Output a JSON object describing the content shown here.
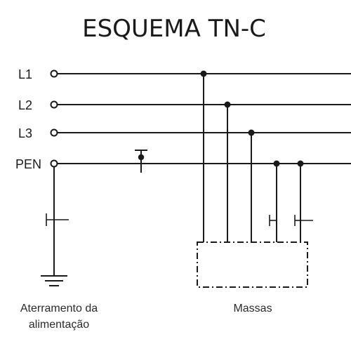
{
  "title": "ESQUEMA TN-C",
  "conductors": [
    {
      "label": "L1"
    },
    {
      "label": "L2"
    },
    {
      "label": "L3"
    },
    {
      "label": "PEN"
    }
  ],
  "captions": {
    "supply_earthing": [
      "Aterramento da",
      "alimentação"
    ],
    "masses": "Massas"
  }
}
